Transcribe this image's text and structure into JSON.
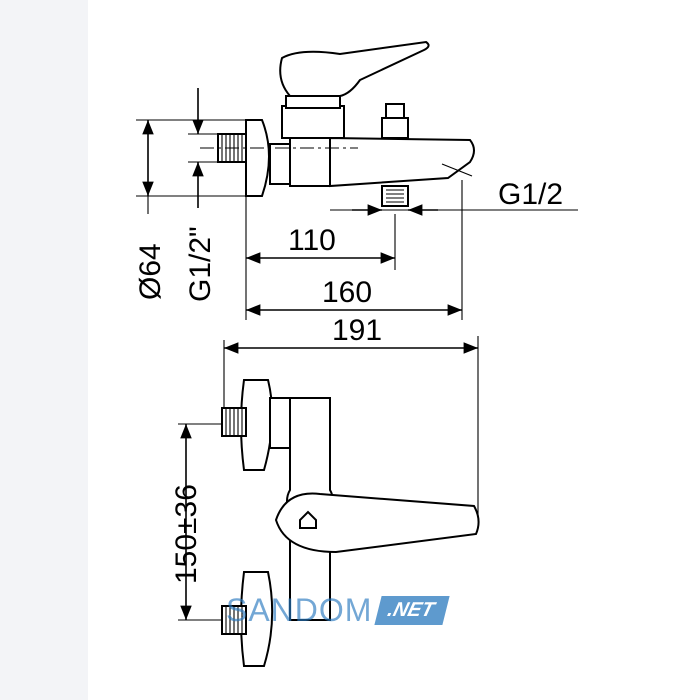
{
  "dimensions": {
    "side_a": "110",
    "side_b": "160",
    "overall_depth": "191",
    "outlet_thread": "G1/2",
    "body_diameter": "Ø64",
    "inlet_thread": "G1/2\"",
    "centre_distance": "150±36"
  },
  "watermark": {
    "brand": "SANDOM",
    "tld": ".NET",
    "color": "#2878be"
  }
}
